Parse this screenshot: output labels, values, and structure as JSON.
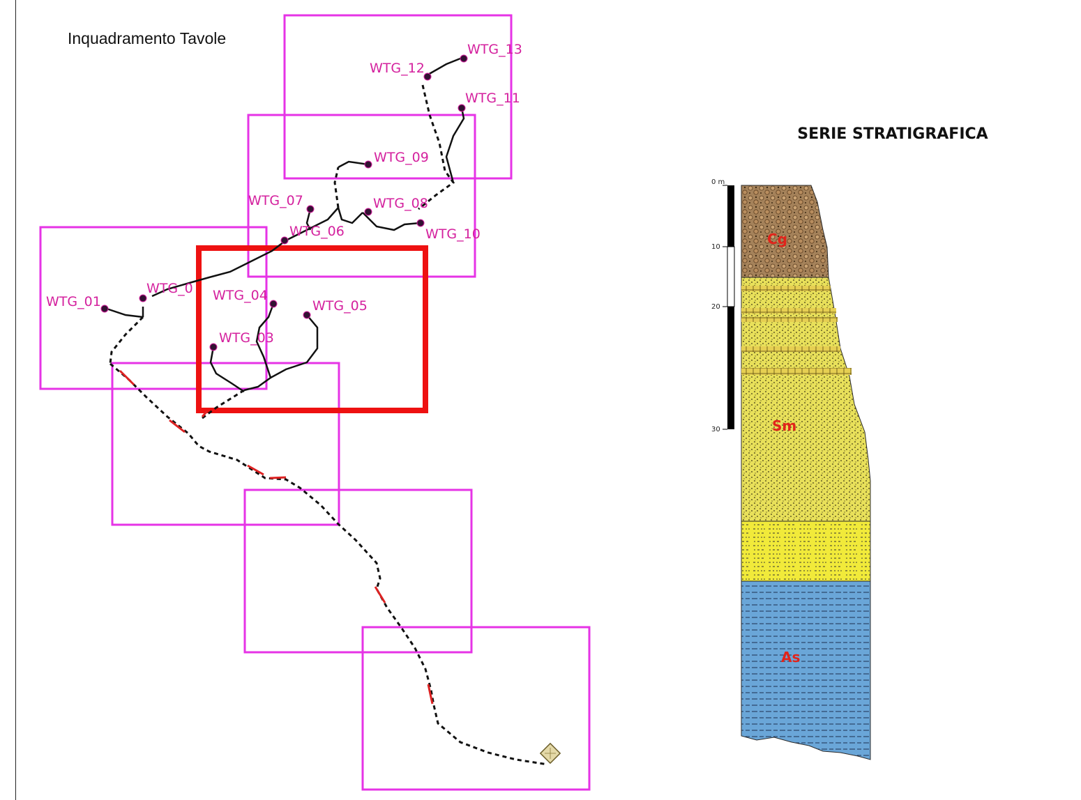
{
  "map": {
    "title": "Inquadramento Tavole",
    "colors": {
      "sheet_frame": "#e633e6",
      "selected_frame": "#ee1111",
      "route": "#111111",
      "route_highlight": "#dd2222",
      "turbine_label": "#d4219e"
    },
    "turbines": [
      {
        "id": "wtg01",
        "label": "WTG_01"
      },
      {
        "id": "wtg02",
        "label": "WTG_0"
      },
      {
        "id": "wtg03",
        "label": "WTG_03"
      },
      {
        "id": "wtg04",
        "label": "WTG_04"
      },
      {
        "id": "wtg05",
        "label": "WTG_05"
      },
      {
        "id": "wtg06",
        "label": "WTG_06"
      },
      {
        "id": "wtg07",
        "label": "WTG_07"
      },
      {
        "id": "wtg08",
        "label": "WTG_08"
      },
      {
        "id": "wtg09",
        "label": "WTG_09"
      },
      {
        "id": "wtg10",
        "label": "WTG_10"
      },
      {
        "id": "wtg11",
        "label": "WTG_11"
      },
      {
        "id": "wtg12",
        "label": "WTG_12"
      },
      {
        "id": "wtg13",
        "label": "WTG_13"
      }
    ]
  },
  "stratigraphy": {
    "title": "SERIE STRATIGRAFICA",
    "scale_ticks": [
      "0 m",
      "10",
      "20",
      "30"
    ],
    "units": [
      {
        "id": "cg",
        "label": "Cg",
        "color": "#a5825a"
      },
      {
        "id": "sm",
        "label": "Sm",
        "color": "#e8e05a"
      },
      {
        "id": "ss",
        "label": "",
        "color": "#f1ea3a"
      },
      {
        "id": "as",
        "label": "As",
        "color": "#6aa6d8"
      }
    ]
  }
}
